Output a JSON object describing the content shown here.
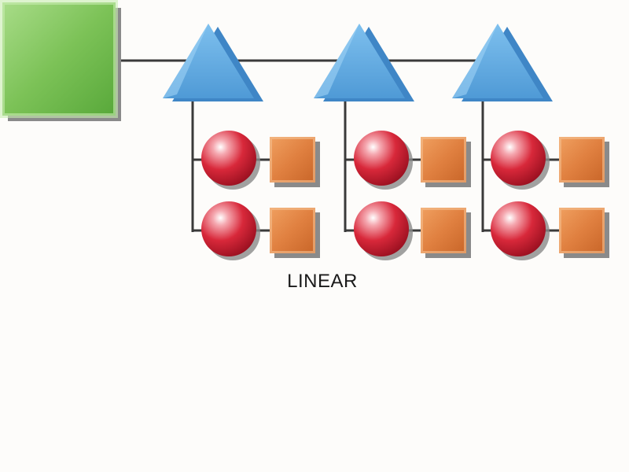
{
  "diagram": {
    "caption": "LINEAR",
    "colors": {
      "root": "#6dbb4a",
      "hub": "#5ea9e0",
      "sphere": "#d8283a",
      "box": "#e08040",
      "line": "#3a3a3a",
      "shadow": "#8a8a8a"
    },
    "icons": {
      "root": "green-square-node",
      "hub": "blue-triangle-node",
      "device": "red-sphere-node",
      "endpoint": "orange-square-node"
    },
    "hubs": 3,
    "devices_per_hub": 2
  }
}
